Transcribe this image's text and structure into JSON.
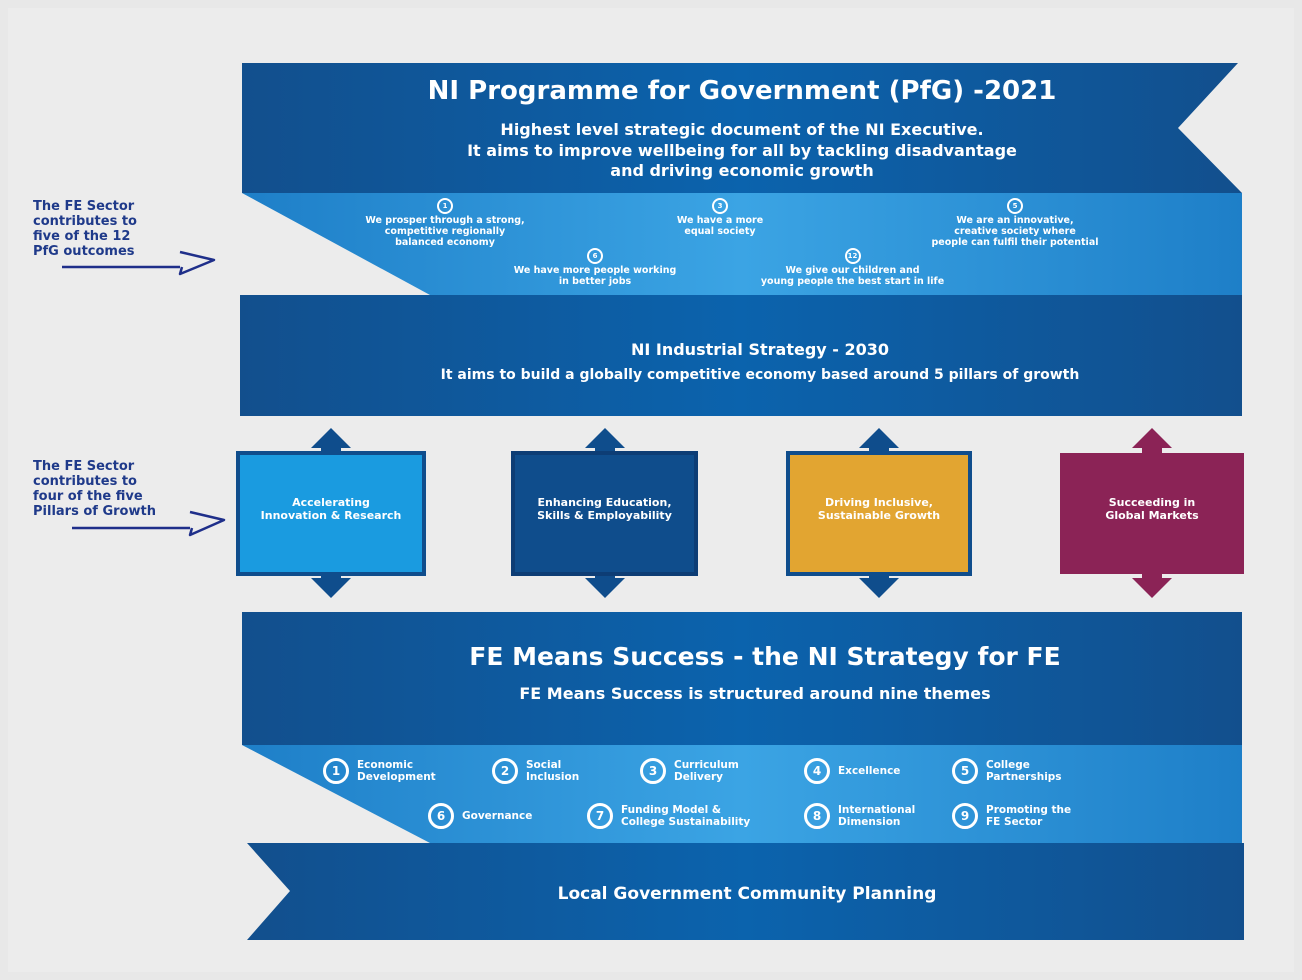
{
  "pfg": {
    "title": "NI Programme for Government (PfG) -2021",
    "desc": [
      "Highest level strategic document of the NI Executive.",
      "It aims to improve wellbeing for all by tackling disadvantage",
      "and driving economic growth"
    ],
    "outcomes": [
      {
        "num": "1",
        "lines": [
          "We prosper through a strong,",
          "competitive regionally",
          "balanced economy"
        ]
      },
      {
        "num": "3",
        "lines": [
          "We have a more",
          "equal society"
        ]
      },
      {
        "num": "5",
        "lines": [
          "We are an innovative,",
          "creative society where",
          "people can fulfil their potential"
        ]
      },
      {
        "num": "6",
        "lines": [
          "We have more people working",
          "in better jobs"
        ]
      },
      {
        "num": "12",
        "lines": [
          "We give our children and",
          "young people the best start in life"
        ]
      }
    ],
    "color": "#0d5aa0"
  },
  "side_notes": {
    "outcomes": [
      "The FE Sector",
      "contributes to",
      "five of the 12",
      "PfG outcomes"
    ],
    "pillars": [
      "The FE Sector",
      "contributes to",
      "four of the five",
      "Pillars of Growth"
    ]
  },
  "industrial": {
    "title": "NI Industrial Strategy - 2030",
    "desc": "It aims to build a globally competitive economy based around 5 pillars of growth"
  },
  "pillars": [
    {
      "lines": [
        "Accelerating",
        "Innovation & Research"
      ],
      "color": "#1a9be0"
    },
    {
      "lines": [
        "Enhancing Education,",
        "Skills & Employability"
      ],
      "color": "#0f4d8c"
    },
    {
      "lines": [
        "Driving Inclusive,",
        "Sustainable Growth"
      ],
      "color": "#e2a531"
    },
    {
      "lines": [
        "Succeeding in",
        "Global Markets"
      ],
      "color": "#8b2356"
    }
  ],
  "fe": {
    "title": "FE Means Success - the NI Strategy for FE",
    "desc": "FE Means Success is structured around nine themes"
  },
  "themes": [
    {
      "num": "1",
      "lines": [
        "Economic",
        "Development"
      ]
    },
    {
      "num": "2",
      "lines": [
        "Social",
        "Inclusion"
      ]
    },
    {
      "num": "3",
      "lines": [
        "Curriculum",
        "Delivery"
      ]
    },
    {
      "num": "4",
      "lines": [
        "Excellence"
      ]
    },
    {
      "num": "5",
      "lines": [
        "College",
        "Partnerships"
      ]
    },
    {
      "num": "6",
      "lines": [
        "Governance"
      ]
    },
    {
      "num": "7",
      "lines": [
        "Funding Model &",
        "College Sustainability"
      ]
    },
    {
      "num": "8",
      "lines": [
        "International",
        "Dimension"
      ]
    },
    {
      "num": "9",
      "lines": [
        "Promoting the",
        "FE Sector"
      ]
    }
  ],
  "local": {
    "title": "Local Government Community Planning"
  }
}
